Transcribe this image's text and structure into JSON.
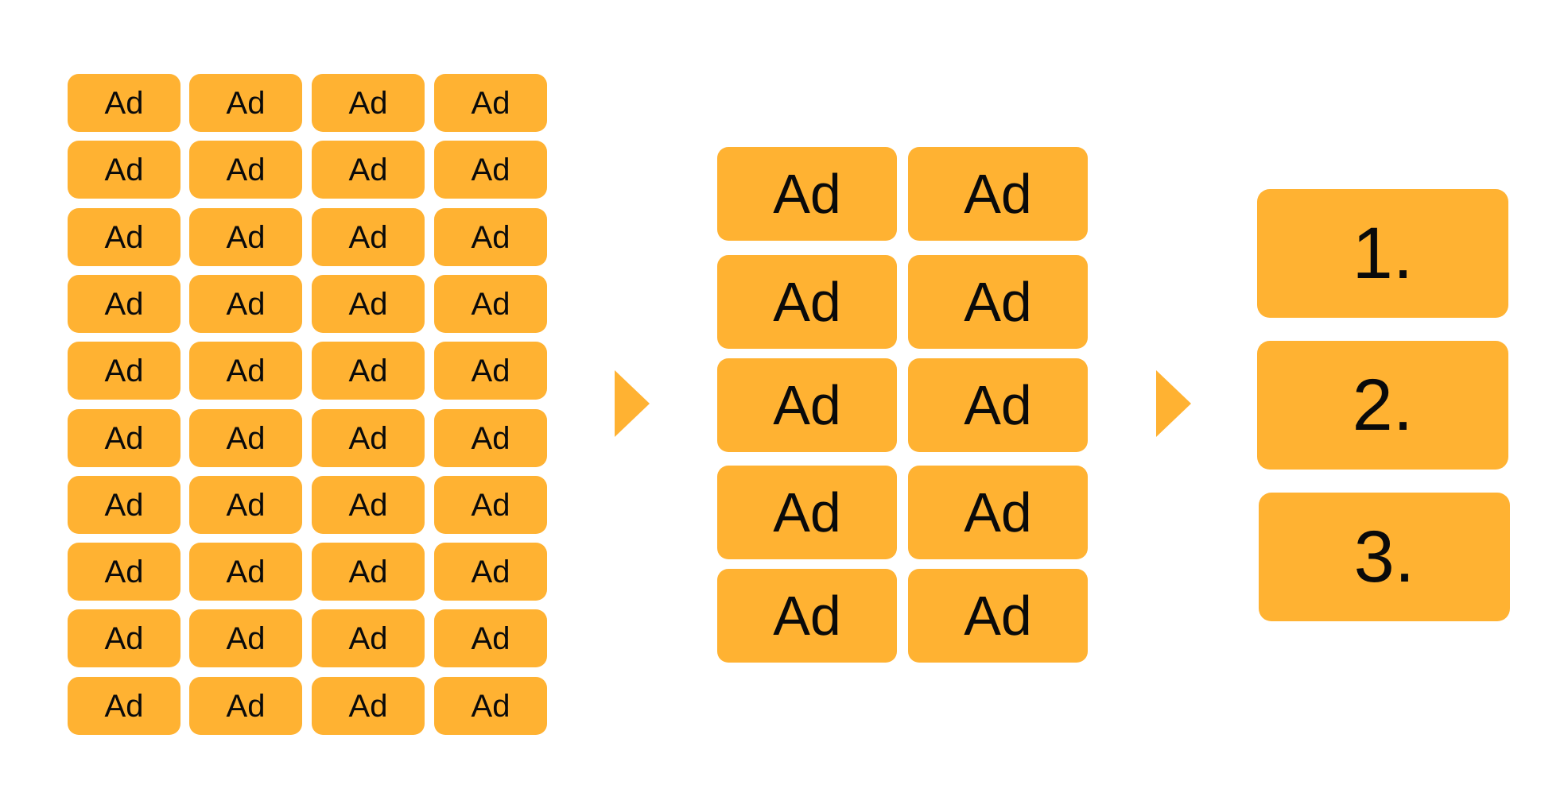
{
  "colors": {
    "box_fill": "#FFB232",
    "arrow_fill": "#FFB232",
    "text": "#0A0A0A",
    "background": "#FFFFFF"
  },
  "stage_1": {
    "rows": 10,
    "columns": 4,
    "label": "Ad"
  },
  "stage_2": {
    "rows": 5,
    "columns": 2,
    "label": "Ad"
  },
  "stage_3": {
    "items": [
      "1.",
      "2.",
      "3."
    ]
  },
  "arrows": [
    "arrow-right-icon",
    "arrow-right-icon"
  ]
}
